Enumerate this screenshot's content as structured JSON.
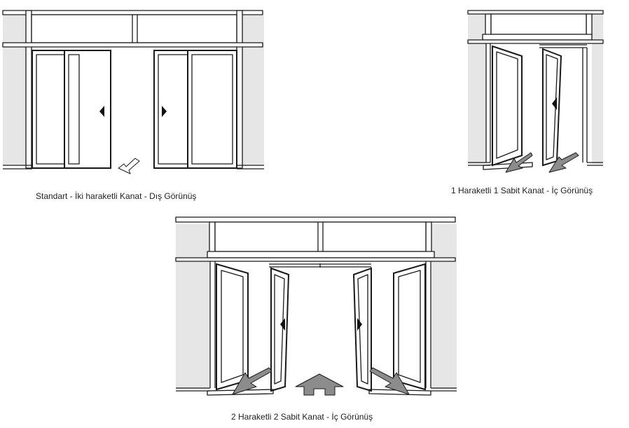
{
  "diagrams": [
    {
      "caption": "Standart - İki haraketli Kanat - Dış Görünüş"
    },
    {
      "caption": "1 Haraketli 1 Sabit Kanat - İç Görünüş"
    },
    {
      "caption": "2 Haraketli 2 Sabit Kanat - İç Görünüş"
    }
  ]
}
